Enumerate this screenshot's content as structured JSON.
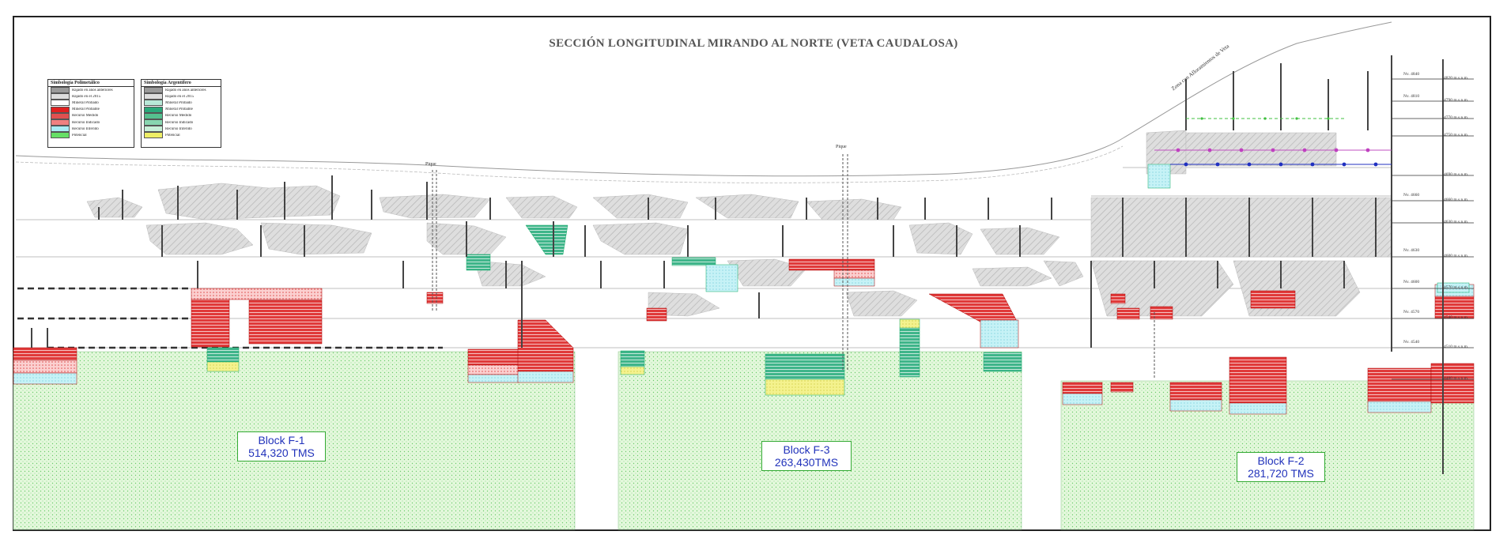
{
  "title": "SECCIÓN LONGITUDINAL MIRANDO AL NORTE (VETA CAUDALOSA)",
  "legend_left": {
    "header": "Simbología Polimetálico",
    "items": [
      {
        "label": "Rajado en años anteriores",
        "color": "#9a9a9a"
      },
      {
        "label": "Rajado en el 2015",
        "color": "#dddddd"
      },
      {
        "label": "Mineral Probado",
        "color": "#ffffff"
      },
      {
        "label": "Mineral Probable",
        "color": "#e02020"
      },
      {
        "label": "Recurso Medido",
        "color": "#e05050"
      },
      {
        "label": "Recurso Indicado",
        "color": "#f08080"
      },
      {
        "label": "Recurso Inferido",
        "color": "#a8ecf4"
      },
      {
        "label": "Potencial",
        "color": "#66e066"
      }
    ]
  },
  "legend_right": {
    "header": "Simbología Argentífero",
    "items": [
      {
        "label": "Rajado en años anteriores",
        "color": "#9a9a9a"
      },
      {
        "label": "Rajado en el 2015",
        "color": "#dddddd"
      },
      {
        "label": "Mineral Probado",
        "color": "#b8e8d8"
      },
      {
        "label": "Mineral Probable",
        "color": "#2aa87a"
      },
      {
        "label": "Recurso Medido",
        "color": "#55c08f"
      },
      {
        "label": "Recurso Indicado",
        "color": "#88d6b0"
      },
      {
        "label": "Recurso Inferido",
        "color": "#c8f0d8"
      },
      {
        "label": "Potencial",
        "color": "#eeee66"
      }
    ]
  },
  "blocks": [
    {
      "name": "Block F-1",
      "tonnage": "514,320 TMS"
    },
    {
      "name": "Block F-3",
      "tonnage": "263,430TMS"
    },
    {
      "name": "Block F-2",
      "tonnage": "281,720 TMS"
    }
  ],
  "pique_labels": [
    "Pique",
    "Pique"
  ],
  "slope_label": "Zona con Afloramientos de Veta",
  "elevations": [
    "4820 m.s.n.m.",
    "4790 m.s.n.m.",
    "4770 m.s.n.m.",
    "4750 m.s.n.m.",
    "4690 m.s.n.m.",
    "4660 m.s.n.m.",
    "4630 m.s.n.m.",
    "4600 m.s.n.m.",
    "4570 m.s.n.m.",
    "4540 m.s.n.m.",
    "4510 m.s.n.m.",
    "4480 m.s.n.m."
  ],
  "level_labels": [
    "Nv. 4840",
    "Nv. 4810",
    "Nv. 4660",
    "Nv. 4630",
    "Nv. 4600",
    "Nv. 4570",
    "Nv. 4540"
  ],
  "colors": {
    "potential_green": "#dcf5d4",
    "potential_dot": "#5cc85c",
    "stoped_gray": "#d8d8d8",
    "probable_red": "#e03a3a",
    "inferred_cyan": "#bff0f4",
    "argentiferous_green": "#3fb58a",
    "potential_yellow": "#f2f08a",
    "label_blue": "#2233bb"
  }
}
